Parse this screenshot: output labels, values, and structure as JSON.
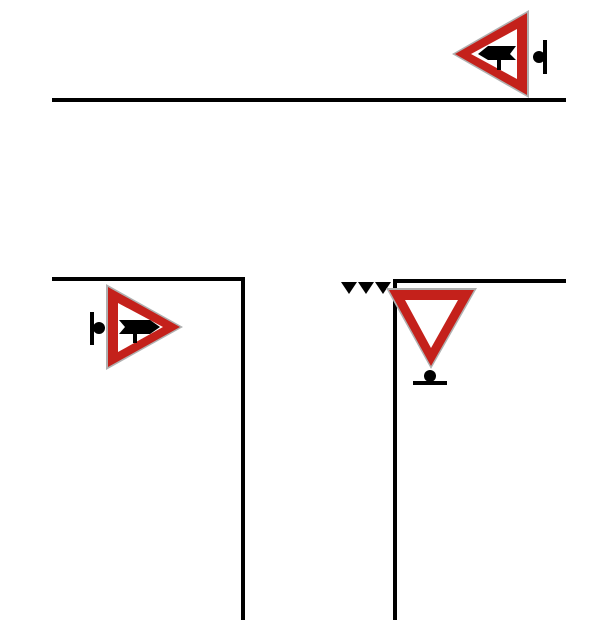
{
  "diagram": {
    "description": "",
    "colors": {
      "road_edge": "#000000",
      "sign_border": "#c4211b",
      "sign_fill": "#ffffff",
      "sign_outline": "#b0b0b0",
      "symbol": "#000000"
    },
    "elements": {
      "top_road_edge": "road-edge",
      "left_road_corner": "road-edge",
      "right_road_corner": "road-edge",
      "priority_sign_top": "priority-road-sign-icon",
      "priority_sign_left": "priority-road-sign-icon",
      "yield_sign": "yield-sign-icon",
      "yield_line": "yield-line-markings"
    }
  }
}
